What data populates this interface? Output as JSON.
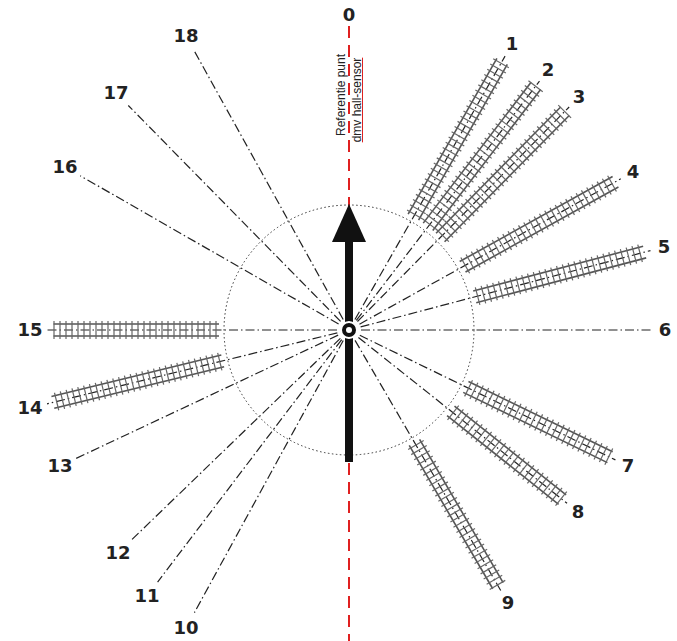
{
  "diagram": {
    "labels": [
      "0",
      "Referentie punt",
      "dmv hall-sensor",
      "1",
      "2",
      "3",
      "4",
      "5",
      "6",
      "7",
      "8",
      "9",
      "10",
      "11",
      "12",
      "13",
      "14",
      "15",
      "16",
      "17",
      "18"
    ]
  }
}
